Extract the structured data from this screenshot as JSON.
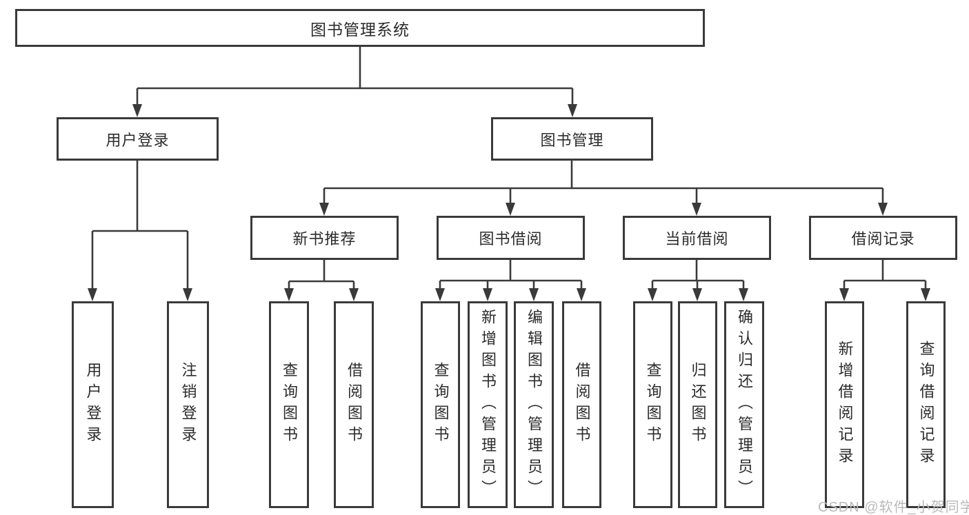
{
  "diagram": {
    "root": {
      "label": "图书管理系统"
    },
    "level2": [
      {
        "label": "用户登录"
      },
      {
        "label": "图书管理"
      }
    ],
    "level3": [
      {
        "label": "新书推荐"
      },
      {
        "label": "图书借阅"
      },
      {
        "label": "当前借阅"
      },
      {
        "label": "借阅记录"
      }
    ],
    "leaves": {
      "user_login": [
        {
          "label": "用户登录"
        },
        {
          "label": "注销登录"
        }
      ],
      "new_book": [
        {
          "label": "查询图书"
        },
        {
          "label": "借阅图书"
        }
      ],
      "book_borrow": [
        {
          "label": "查询图书"
        },
        {
          "label": "新增图书（管理员）"
        },
        {
          "label": "编辑图书（管理员）"
        },
        {
          "label": "借阅图书"
        }
      ],
      "current_borrow": [
        {
          "label": "查询图书"
        },
        {
          "label": "归还图书"
        },
        {
          "label": "确认归还（管理员）"
        }
      ],
      "borrow_records": [
        {
          "label": "新增借阅记录"
        },
        {
          "label": "查询借阅记录"
        }
      ]
    },
    "colors": {
      "line": "#3a3a3a",
      "text": "#2b2b2b",
      "background": "#ffffff",
      "watermark": "#b9b9b9"
    }
  },
  "watermark": {
    "text": "CSDN @软件_小贺同学"
  }
}
